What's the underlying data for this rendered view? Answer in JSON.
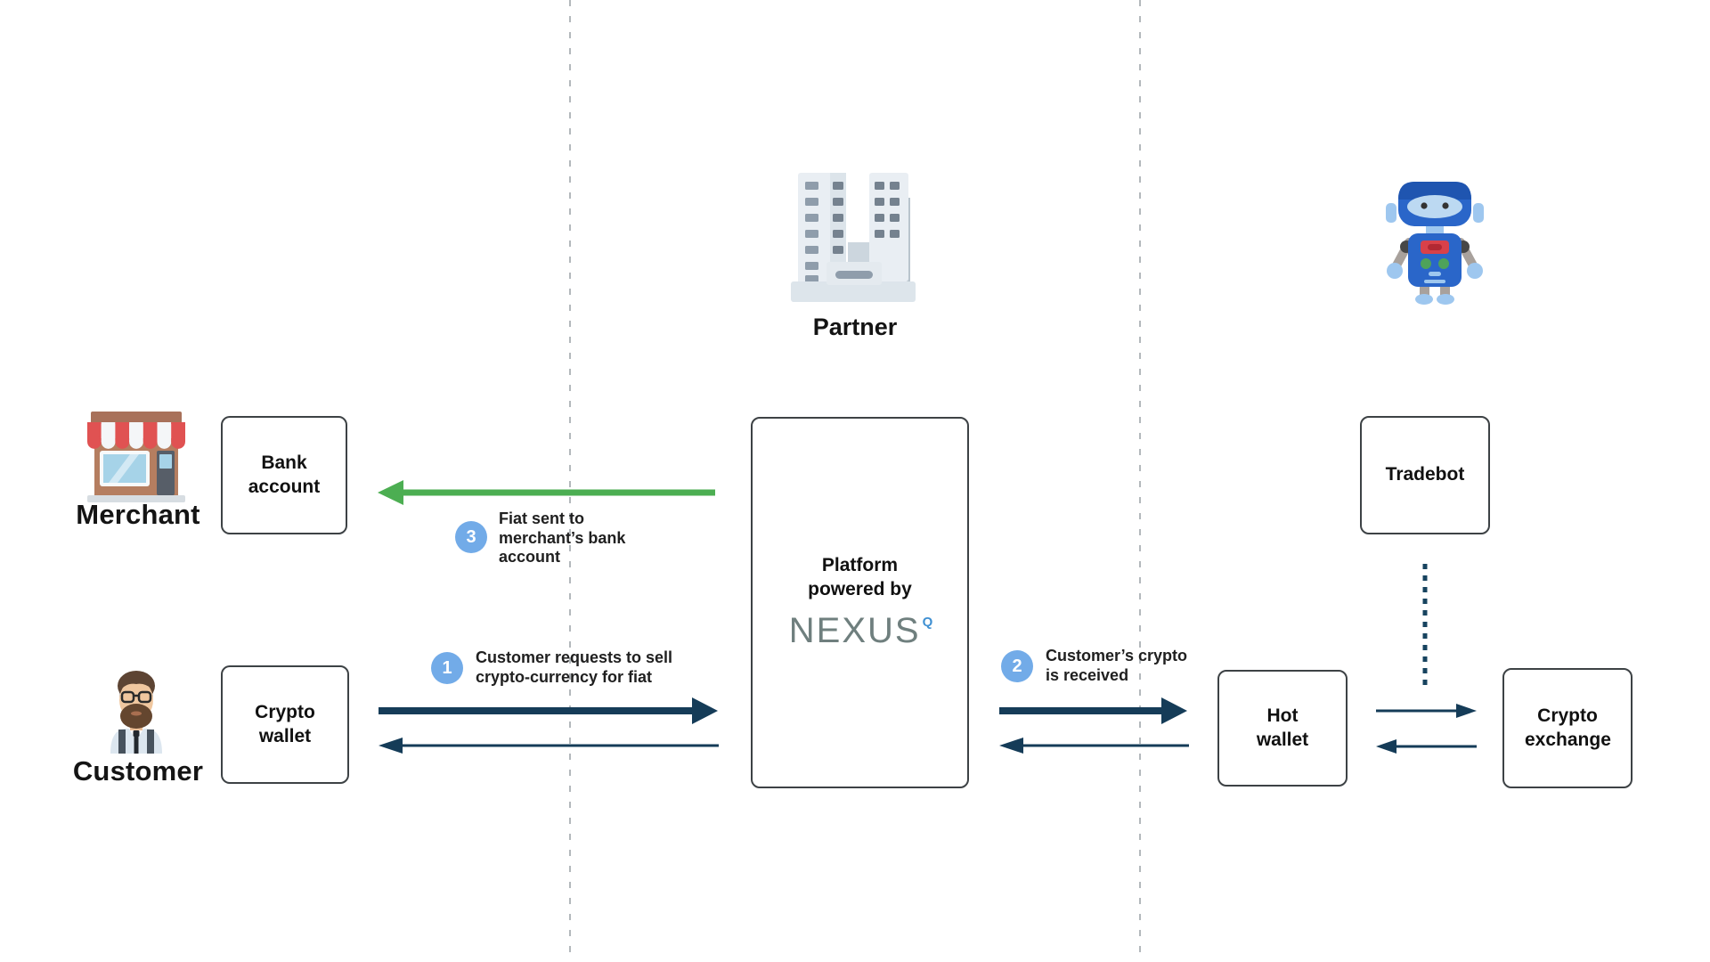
{
  "headings": {
    "merchant": "Merchant",
    "customer": "Customer",
    "partner": "Partner"
  },
  "boxes": {
    "bank_account": "Bank account",
    "crypto_wallet": "Crypto wallet",
    "platform": "Platform powered by",
    "tradebot": "Tradebot",
    "hot_wallet": "Hot wallet",
    "crypto_exchange": "Crypto exchange"
  },
  "logo": {
    "name": "NEXUS",
    "mark": "Q"
  },
  "steps": [
    {
      "number": "1",
      "label": "Customer requests to sell crypto-currency for fiat"
    },
    {
      "number": "2",
      "label": "Customer’s crypto is received"
    },
    {
      "number": "3",
      "label": "Fiat sent to merchant’s bank account"
    }
  ],
  "icons": {
    "merchant": "storefront-icon",
    "customer": "person-avatar-icon",
    "partner": "office-building-icon",
    "tradebot": "robot-icon"
  },
  "connectors": [
    {
      "id": "zone-divider-left",
      "style": "dashed-vertical-line"
    },
    {
      "id": "zone-divider-right",
      "style": "dashed-vertical-line"
    },
    {
      "id": "arrow-wallet-to-platform",
      "from": "crypto_wallet",
      "to": "platform",
      "style": "thick",
      "color": "navy",
      "direction": "right",
      "step": "1"
    },
    {
      "id": "arrow-platform-to-wallet",
      "from": "platform",
      "to": "crypto_wallet",
      "style": "thin",
      "color": "navy",
      "direction": "left"
    },
    {
      "id": "arrow-platform-to-bank",
      "from": "platform",
      "to": "bank_account",
      "style": "thick",
      "color": "green",
      "direction": "left",
      "step": "3"
    },
    {
      "id": "arrow-platform-to-hotwallet",
      "from": "platform",
      "to": "hot_wallet",
      "style": "thick",
      "color": "navy",
      "direction": "right",
      "step": "2"
    },
    {
      "id": "arrow-hotwallet-to-platform",
      "from": "hot_wallet",
      "to": "platform",
      "style": "thin",
      "color": "navy",
      "direction": "left"
    },
    {
      "id": "arrow-hotwallet-to-exchange",
      "from": "hot_wallet",
      "to": "crypto_exchange",
      "style": "thin",
      "color": "navy",
      "direction": "right"
    },
    {
      "id": "arrow-exchange-to-hotwallet",
      "from": "crypto_exchange",
      "to": "hot_wallet",
      "style": "thin",
      "color": "navy",
      "direction": "left"
    },
    {
      "id": "tradebot-hotwallet-link",
      "from": "tradebot",
      "to": "hot_wallet",
      "style": "dotted-vertical"
    }
  ],
  "colors": {
    "arrow_navy": "#153c58",
    "arrow_green": "#4cae52",
    "badge_blue": "#72abe8",
    "box_border": "#3d4245",
    "divider_gray": "#9aa0a5",
    "nexus_gray": "#6f7f7e",
    "nexus_mark_blue": "#3f90d2"
  }
}
